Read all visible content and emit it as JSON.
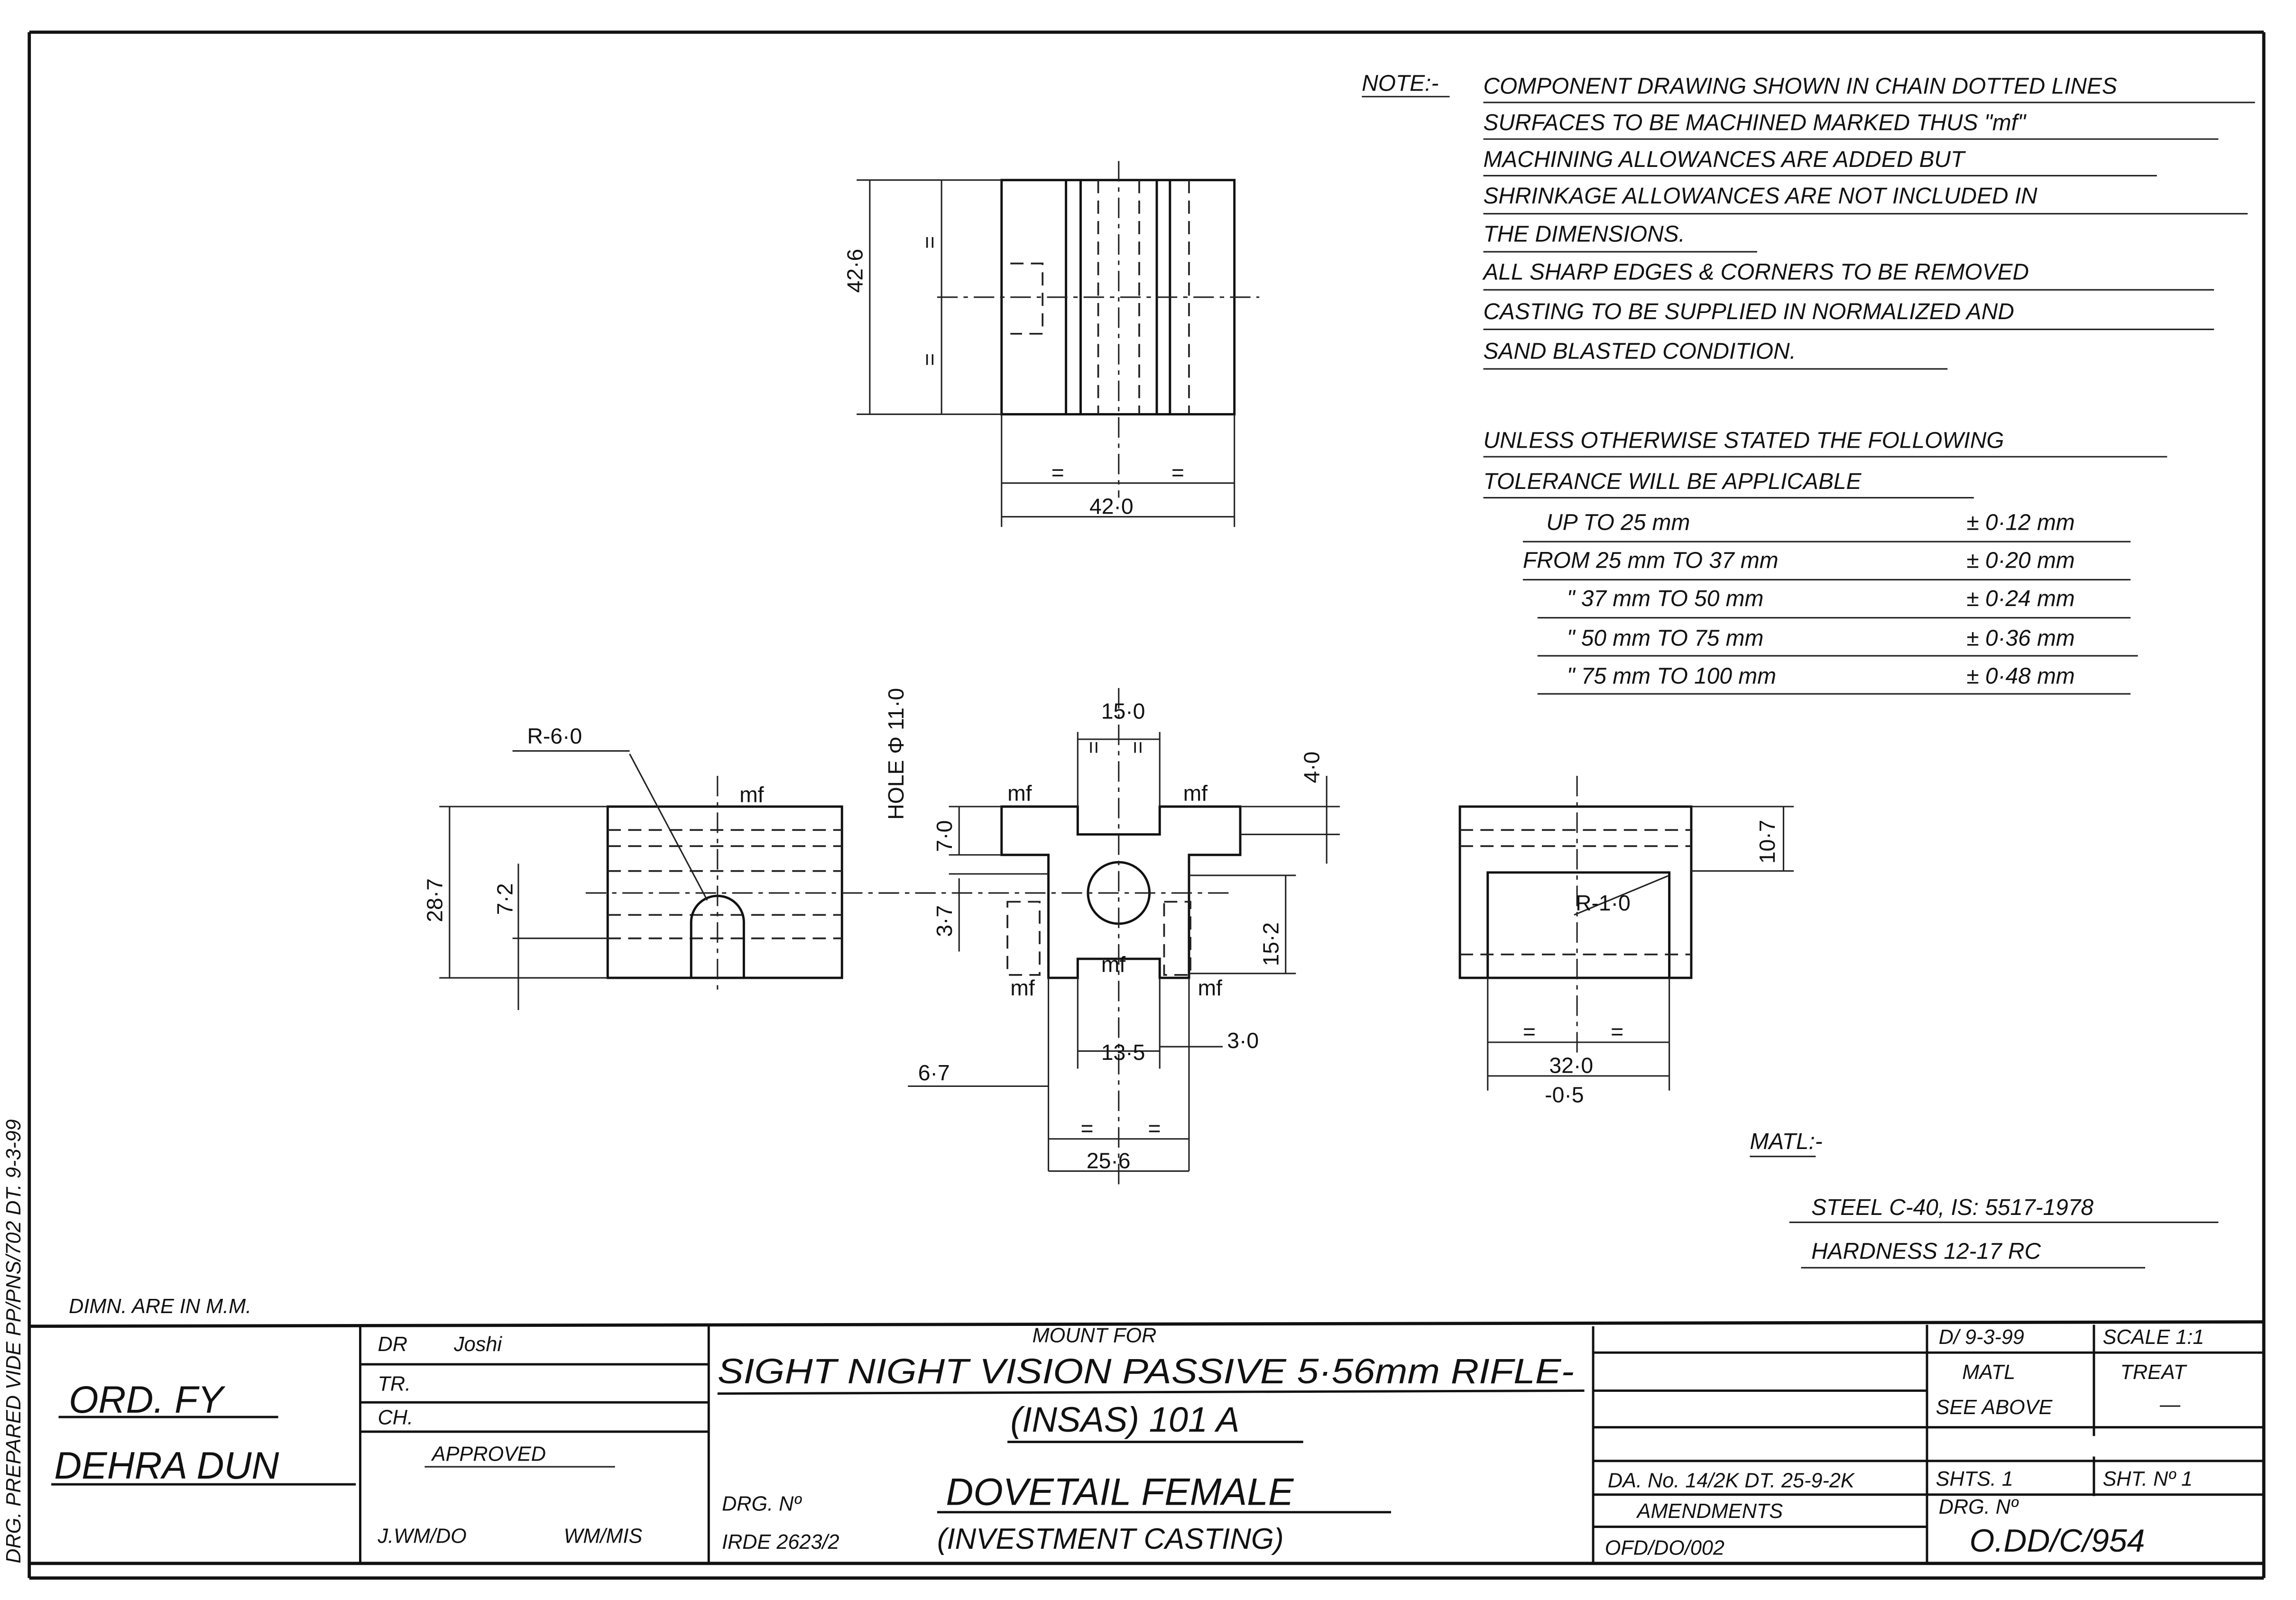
{
  "notes": {
    "label": "NOTE:-",
    "lines": [
      "COMPONENT DRAWING SHOWN IN CHAIN DOTTED LINES",
      "SURFACES TO BE MACHINED MARKED THUS \"mf\"",
      "MACHINING ALLOWANCES ARE ADDED BUT",
      "SHRINKAGE ALLOWANCES ARE NOT INCLUDED IN",
      "THE DIMENSIONS.",
      "ALL SHARP EDGES & CORNERS TO BE REMOVED",
      "CASTING TO BE SUPPLIED IN NORMALIZED AND",
      "SAND BLASTED CONDITION."
    ],
    "tolerance_intro": [
      "UNLESS OTHERWISE STATED THE FOLLOWING",
      "TOLERANCE WILL BE APPLICABLE"
    ],
    "tolerances": [
      {
        "range": "UP TO 25 mm",
        "value": "± 0·12 mm"
      },
      {
        "range": "FROM 25 mm TO 37 mm",
        "value": "± 0·20 mm"
      },
      {
        "range": "\"  37 mm TO 50 mm",
        "value": "± 0·24 mm"
      },
      {
        "range": "\"  50 mm TO 75 mm",
        "value": "± 0·36 mm"
      },
      {
        "range": "\"  75 mm TO 100 mm",
        "value": "± 0·48 mm"
      }
    ]
  },
  "material": {
    "label": "MATL:-",
    "steel": "STEEL C-40, IS: 5517-1978",
    "hardness": "HARDNESS 12-17 RC"
  },
  "dimensions": {
    "top_height": "42·6",
    "top_width": "42·0",
    "equal": "=",
    "radius_left": "R-6·0",
    "hole": "HOLE Φ 11·0",
    "slot_width": "15·0",
    "top_step": "4·0",
    "flange": "7·0",
    "left_height": "28·7",
    "left_hole_height": "7·2",
    "web": "3·7",
    "lower_height": "15·2",
    "dovetail_width": "13·5",
    "dovetail_depth": "3·0",
    "side_offset": "6·7",
    "base_width": "25·6",
    "right_height": "10·7",
    "radius_right": "R-1·0",
    "right_width": "32·0",
    "right_tol": "-0·5",
    "mf": "mf"
  },
  "units_note": "DIMN. ARE IN M.M.",
  "side_margin": "DRG. PREPARED VIDE PP/PNS/702 DT. 9-3-99",
  "title_block": {
    "factory": [
      "ORD. FY",
      "DEHRA DUN"
    ],
    "dr": "DR",
    "dr_sign": "Joshi",
    "tr": "TR.",
    "ch": "CH.",
    "approved": "APPROVED",
    "sign_1": "J.WM/DO",
    "sign_2": "WM/MIS",
    "mount_for": "MOUNT FOR",
    "title_1": "SIGHT NIGHT VISION PASSIVE 5·56mm RIFLE-",
    "title_2": "(INSAS) 101 A",
    "part": "DOVETAIL FEMALE",
    "process": "(INVESTMENT CASTING)",
    "drg_no_label": "DRG. Nº",
    "drg_no_ref": "IRDE 2623/2",
    "date": "D/ 9-3-99",
    "scale": "SCALE 1:1",
    "matl": "MATL",
    "matl_value": "SEE ABOVE",
    "treat": "TREAT",
    "treat_value": "—",
    "da_no": "DA. No. 14/2K DT. 25-9-2K",
    "shts": "SHTS. 1",
    "sht_no": "SHT. Nº 1",
    "amendments": "AMENDMENTS",
    "amend_ref": "OFD/DO/002",
    "drg_no_label_2": "DRG. Nº",
    "drg_no": "O.DD/C/954"
  }
}
